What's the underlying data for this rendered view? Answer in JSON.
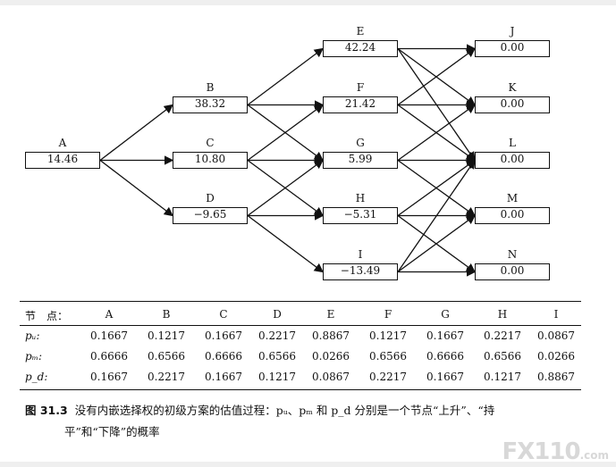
{
  "nodes": [
    {
      "id": "A",
      "label": "A",
      "value": "14.46"
    },
    {
      "id": "B",
      "label": "B",
      "value": "38.32"
    },
    {
      "id": "C",
      "label": "C",
      "value": "10.80"
    },
    {
      "id": "D",
      "label": "D",
      "value": "−9.65"
    },
    {
      "id": "E",
      "label": "E",
      "value": "42.24"
    },
    {
      "id": "F",
      "label": "F",
      "value": "21.42"
    },
    {
      "id": "G",
      "label": "G",
      "value": "5.99"
    },
    {
      "id": "H",
      "label": "H",
      "value": "−5.31"
    },
    {
      "id": "I",
      "label": "I",
      "value": "−13.49"
    },
    {
      "id": "J",
      "label": "J",
      "value": "0.00"
    },
    {
      "id": "K",
      "label": "K",
      "value": "0.00"
    },
    {
      "id": "L",
      "label": "L",
      "value": "0.00"
    },
    {
      "id": "M",
      "label": "M",
      "value": "0.00"
    },
    {
      "id": "N",
      "label": "N",
      "value": "0.00"
    }
  ],
  "edges": [
    [
      "A",
      "B"
    ],
    [
      "A",
      "C"
    ],
    [
      "A",
      "D"
    ],
    [
      "B",
      "E"
    ],
    [
      "B",
      "F"
    ],
    [
      "B",
      "G"
    ],
    [
      "C",
      "F"
    ],
    [
      "C",
      "G"
    ],
    [
      "C",
      "H"
    ],
    [
      "D",
      "G"
    ],
    [
      "D",
      "H"
    ],
    [
      "D",
      "I"
    ],
    [
      "E",
      "J"
    ],
    [
      "E",
      "K"
    ],
    [
      "E",
      "L"
    ],
    [
      "F",
      "J"
    ],
    [
      "F",
      "K"
    ],
    [
      "F",
      "L"
    ],
    [
      "G",
      "K"
    ],
    [
      "G",
      "L"
    ],
    [
      "G",
      "M"
    ],
    [
      "H",
      "L"
    ],
    [
      "H",
      "M"
    ],
    [
      "H",
      "N"
    ],
    [
      "I",
      "L"
    ],
    [
      "I",
      "M"
    ],
    [
      "I",
      "N"
    ]
  ],
  "table": {
    "header_label": "节　点：",
    "columns": [
      "A",
      "B",
      "C",
      "D",
      "E",
      "F",
      "G",
      "H",
      "I"
    ],
    "rows": [
      {
        "label": "pᵤ:",
        "values": [
          "0.1667",
          "0.1217",
          "0.1667",
          "0.2217",
          "0.8867",
          "0.1217",
          "0.1667",
          "0.2217",
          "0.0867"
        ]
      },
      {
        "label": "pₘ:",
        "values": [
          "0.6666",
          "0.6566",
          "0.6666",
          "0.6566",
          "0.0266",
          "0.6566",
          "0.6666",
          "0.6566",
          "0.0266"
        ]
      },
      {
        "label": "p_d:",
        "values": [
          "0.1667",
          "0.2217",
          "0.1667",
          "0.1217",
          "0.0867",
          "0.2217",
          "0.1667",
          "0.1217",
          "0.8867"
        ]
      }
    ]
  },
  "caption": {
    "figure": "图 31.3",
    "line1": "没有内嵌选择权的初级方案的估值过程：pᵤ、pₘ 和 p_d 分别是一个节点“上升”、“持",
    "line2": "平”和“下降”的概率"
  },
  "watermark": {
    "brand": "FX110",
    "suffix": ".com"
  }
}
